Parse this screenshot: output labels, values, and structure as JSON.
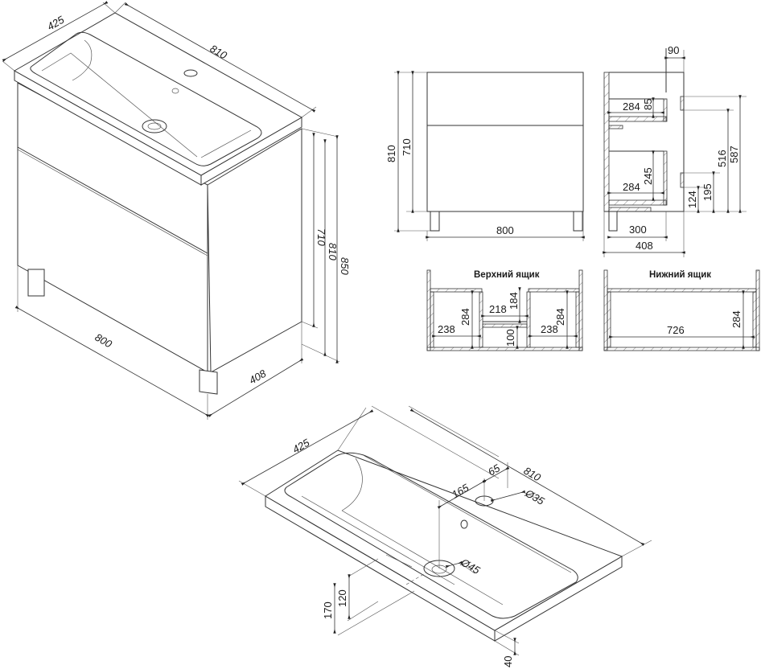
{
  "colors": {
    "line": "#333333",
    "background": "#ffffff"
  },
  "cabinet_iso": {
    "depth_sink": "425",
    "width_sink": "810",
    "width_cabinet": "800",
    "depth_cabinet": "408",
    "h_body": "710",
    "h_with_sink": "810",
    "h_total": "850"
  },
  "front_view": {
    "h_total": "810",
    "h_body": "710",
    "width": "800"
  },
  "side_view": {
    "top_offset": "90",
    "upper_drawer_depth": "284",
    "upper_drawer_height": "85",
    "lower_drawer_depth": "284",
    "lower_drawer_height": "245",
    "h_124": "124",
    "h_195": "195",
    "h_516": "516",
    "h_587": "587",
    "inner_depth": "300",
    "total_depth": "408"
  },
  "upper_drawer": {
    "title": "Верхний ящик",
    "left_height": "284",
    "left_width": "238",
    "middle_width": "218",
    "middle_upper_height": "184",
    "middle_lower_height": "100",
    "right_height": "284",
    "right_width": "238"
  },
  "lower_drawer": {
    "title": "Нижний ящик",
    "width": "726",
    "height": "284"
  },
  "sink_iso": {
    "depth": "425",
    "width": "810",
    "tap_offset_side": "65",
    "drain_to_tap": "165",
    "tap_hole": "Ø35",
    "drain_hole": "Ø45",
    "h_170": "170",
    "h_120": "120",
    "thickness": "40"
  }
}
